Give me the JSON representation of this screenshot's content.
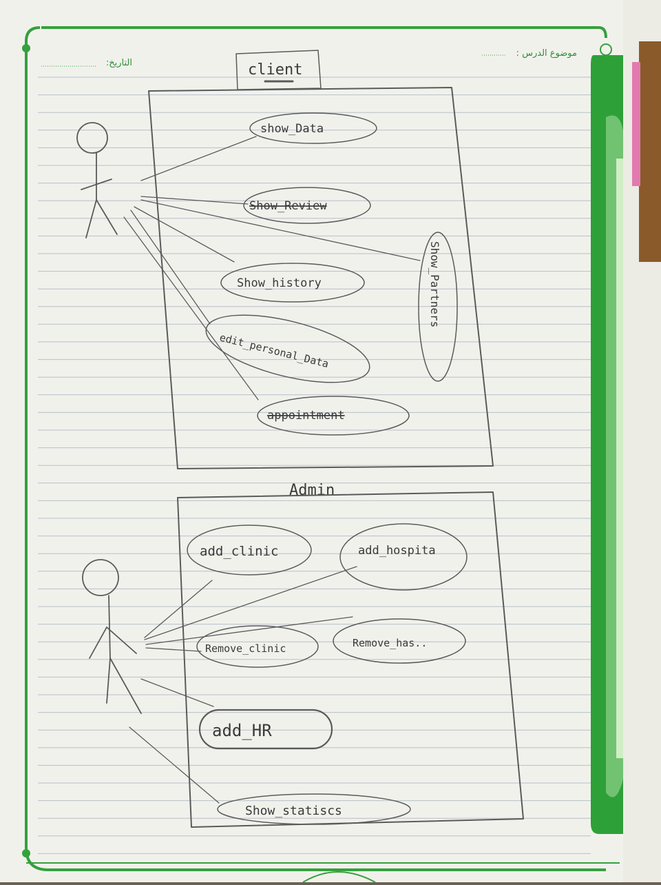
{
  "header": {
    "subject_label": "موضوع الدرس :",
    "date_label": "التاريخ:"
  },
  "client_section": {
    "title": "client",
    "use_cases": [
      "show_Data",
      "Show_Review",
      "Show_history",
      "edit_personal_Data",
      "appointment",
      "Show_Partners"
    ]
  },
  "admin_section": {
    "title": "Admin",
    "use_cases": [
      "add_clinic",
      "add_hospita",
      "Remove_clinic",
      "Remove_has..",
      "add_HR",
      "Show_statiscs"
    ]
  },
  "colors": {
    "paper": "#f2f2ee",
    "ruled_line": "#b9c2c9",
    "border_green": "#34a13c",
    "pencil": "#5a5a5a"
  }
}
